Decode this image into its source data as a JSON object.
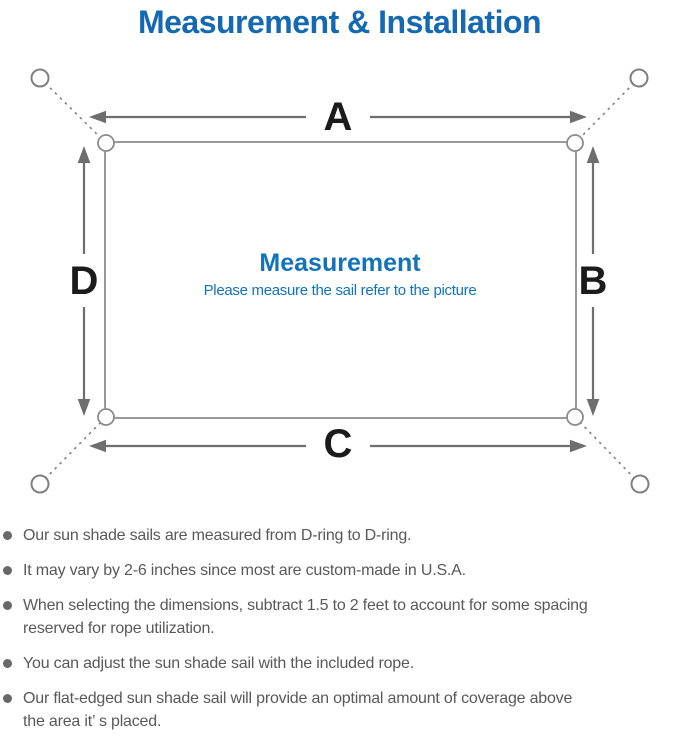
{
  "title": "Measurement & Installation",
  "diagram": {
    "labels": {
      "top": "A",
      "right": "B",
      "bottom": "C",
      "left": "D"
    },
    "center_title": "Measurement",
    "center_subtitle": "Please measure the sail refer to the picture"
  },
  "notes": {
    "items": [
      {
        "lines": [
          "Our sun shade sails are measured from D-ring to D-ring."
        ]
      },
      {
        "lines": [
          "It may vary by 2-6 inches since most are custom-made in U.S.A."
        ]
      },
      {
        "lines": [
          "When selecting the dimensions, subtract 1.5 to 2 feet to account for some spacing",
          "reserved for rope utilization."
        ]
      },
      {
        "lines": [
          "You can adjust the sun shade sail with the included rope."
        ]
      },
      {
        "lines": [
          "Our flat-edged sun shade sail will provide an optimal amount of coverage above",
          "the area it’ s placed."
        ]
      }
    ]
  },
  "colors": {
    "title_blue": "#1569b3",
    "center_blue": "#1273b9",
    "label_black": "#1b1b1b",
    "line_gray": "#8c8c8c",
    "ring_gray": "#7f7f7f",
    "arrow_gray": "#6e6e6e",
    "text_gray": "#595959",
    "bullet_gray": "#686868"
  }
}
